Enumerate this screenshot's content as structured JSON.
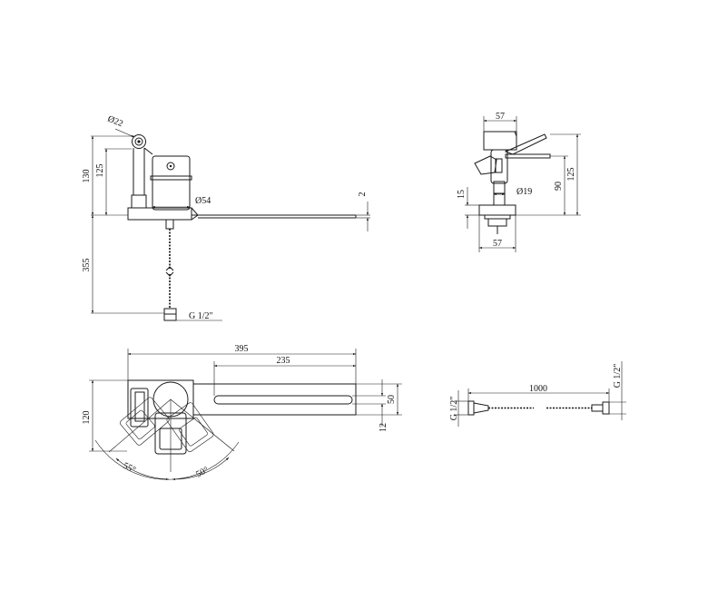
{
  "dimensions": {
    "front": {
      "phi22": "Ø22",
      "h130": "130",
      "h125": "125",
      "phi54": "Ø54",
      "d2": "2",
      "h355": "355",
      "thread": "G 1/2\""
    },
    "side": {
      "w57top": "57",
      "h125": "125",
      "h90": "90",
      "h15": "15",
      "phi19": "Ø19",
      "w57bottom": "57"
    },
    "top": {
      "w395": "395",
      "w235": "235",
      "h120": "120",
      "h50": "50",
      "h12": "12",
      "a55": "55°",
      "a50": "50°"
    },
    "hose": {
      "len1000": "1000",
      "threadLeft": "G 1/2\"",
      "threadRight": "G 1/2\""
    }
  }
}
